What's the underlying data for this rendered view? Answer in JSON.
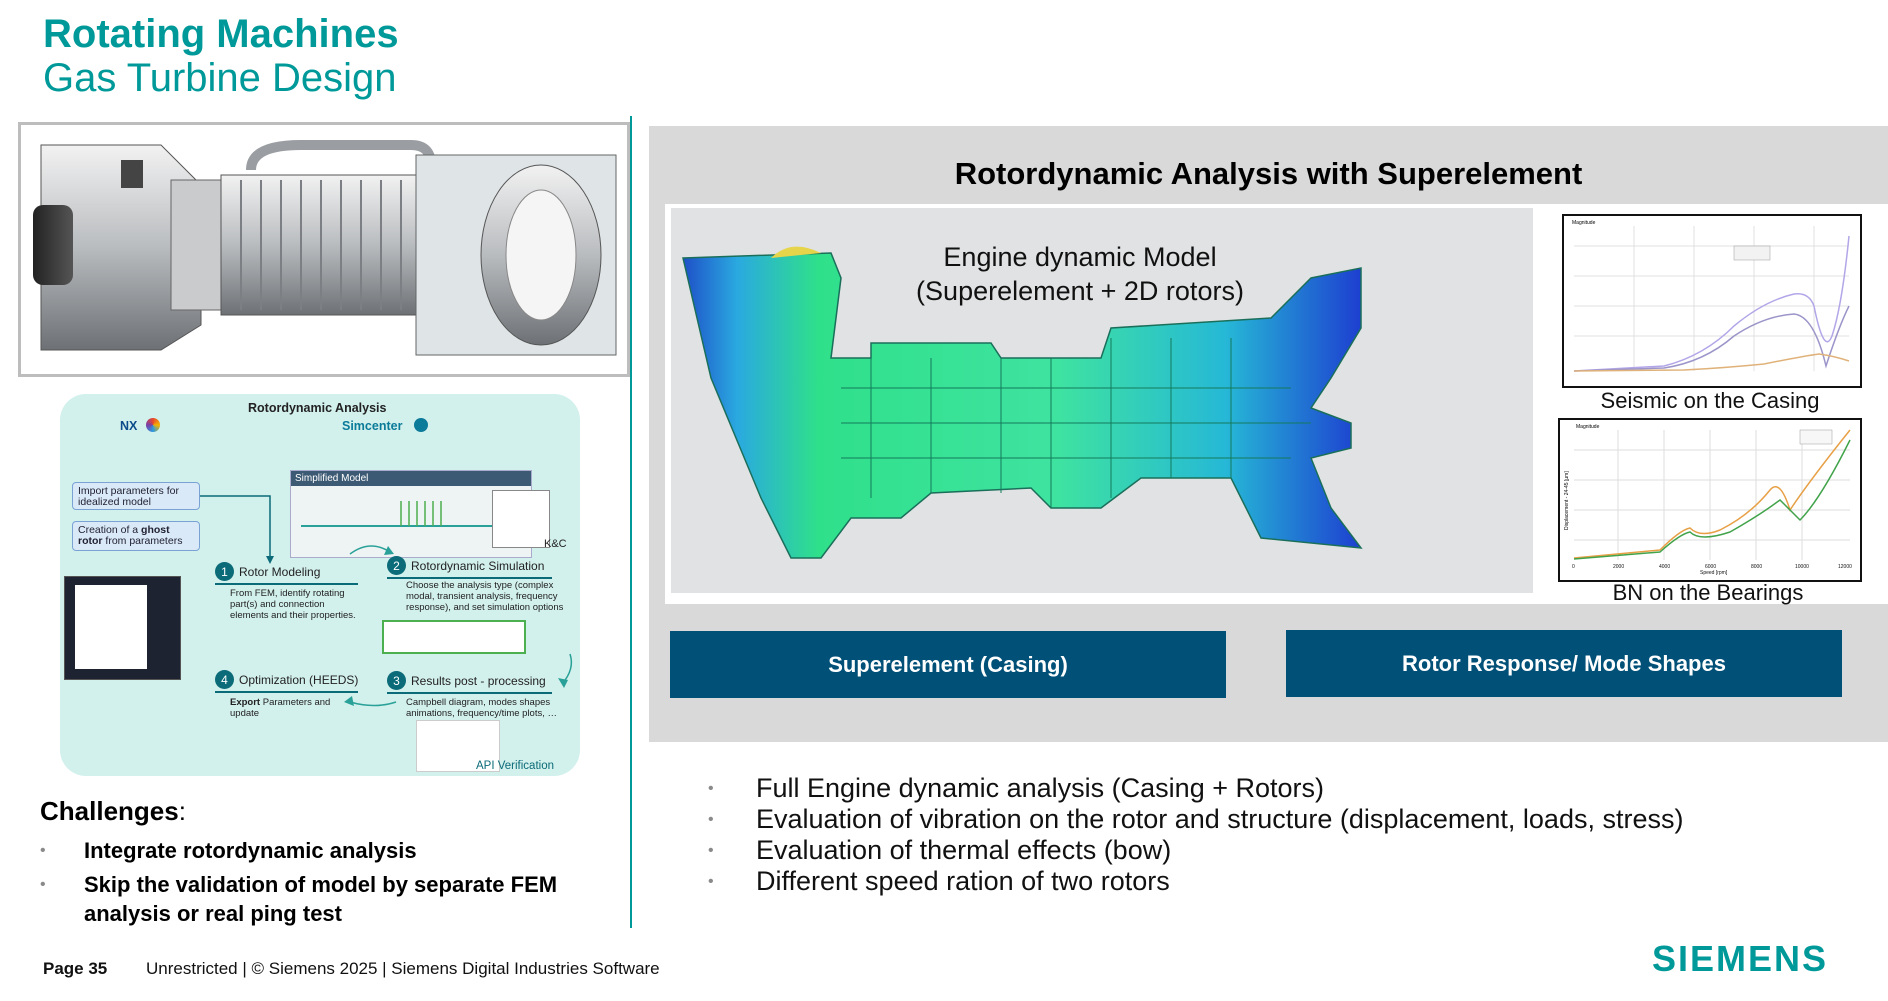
{
  "title": {
    "line1": "Rotating Machines",
    "line2": "Gas Turbine Design"
  },
  "workflow": {
    "title": "Rotordynamic Analysis",
    "nx": "NX",
    "simcenter": "Simcenter",
    "simplified_model": "Simplified Model",
    "kc": "K&C",
    "api": "API Verification",
    "param_box1": "Import parameters for idealized model",
    "param_box2_pre": "Creation of a ",
    "param_box2_bold": "ghost rotor",
    "param_box2_post": " from parameters",
    "steps": [
      {
        "num": "1",
        "label": "Rotor Modeling",
        "desc": "From FEM, identify rotating part(s) and connection elements and their properties."
      },
      {
        "num": "2",
        "label": "Rotordynamic Simulation",
        "desc": "Choose the analysis type (complex modal, transient analysis, frequency response), and set simulation options"
      },
      {
        "num": "3",
        "label": "Results post - processing",
        "desc": "Campbell diagram, modes shapes animations, frequency/time plots, …"
      },
      {
        "num": "4",
        "label": "Optimization (HEEDS)",
        "desc_bold": "Export",
        "desc": " Parameters and update"
      }
    ]
  },
  "challenges": {
    "heading": "Challenges",
    "colon": ":",
    "items": [
      "Integrate rotordynamic analysis",
      "Skip the validation of model by separate FEM analysis or real ping test"
    ]
  },
  "panel": {
    "title": "Rotordynamic Analysis with Superelement",
    "model_line1": "Engine dynamic Model",
    "model_line2": "(Superelement + 2D rotors)",
    "plot1_caption": "Seismic on the Casing",
    "plot2_caption": "BN on the Bearings",
    "plot2_ylabel": "Displacement - 24-45 [µm]",
    "plot2_xlabel": "Speed [rpm]",
    "plot2_xticks": [
      "0",
      "2000",
      "4000",
      "6000",
      "8000",
      "10000",
      "12000"
    ],
    "plot_mag": "Magnitude",
    "button1": "Superelement (Casing)",
    "button2": "Rotor Response/ Mode Shapes"
  },
  "bullets": [
    "Full Engine dynamic analysis (Casing + Rotors)",
    "Evaluation of vibration on the rotor and structure (displacement, loads, stress)",
    "Evaluation of thermal effects (bow)",
    "Different speed ration of two rotors"
  ],
  "footer": {
    "page": "Page 35",
    "text": "Unrestricted | © Siemens 2025 | Siemens Digital Industries Software",
    "logo": "SIEMENS"
  },
  "colors": {
    "accent": "#009999",
    "button": "#005078",
    "panel": "#d9d9d9"
  }
}
